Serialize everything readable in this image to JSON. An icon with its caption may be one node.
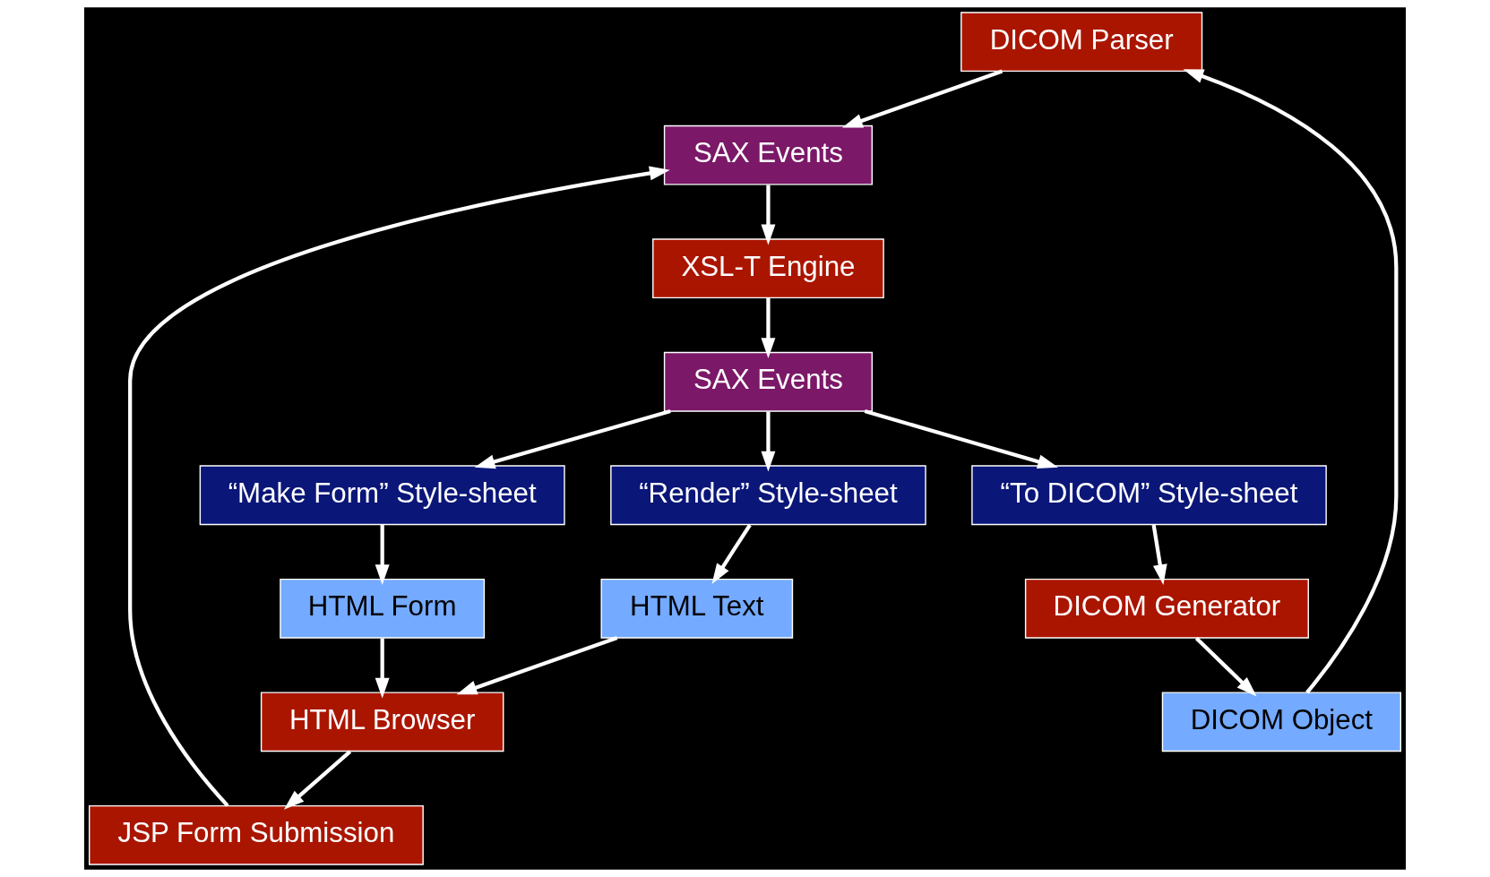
{
  "diagram": {
    "nodes": [
      {
        "text": [
          "DICOM Parser"
        ]
      },
      {
        "text": [
          "JSP Form Submission"
        ]
      },
      {
        "text": [
          "HTML Browser"
        ]
      },
      {
        "text": [
          "SAX Events"
        ]
      },
      {
        "text": [
          "DICOM Object"
        ]
      },
      {
        "text": [
          "XSL-T Engine"
        ]
      },
      {
        "text": [
          "HTML Form"
        ]
      },
      {
        "text": [
          "HTML Text"
        ]
      },
      {
        "text": [
          "DICOM Generator"
        ]
      },
      {
        "text": [
          "SAX Events"
        ]
      },
      {
        "text": [
          "“Make Form” Style-sheet"
        ]
      },
      {
        "text": [
          "“Render” Style-sheet"
        ]
      },
      {
        "text": [
          "“To DICOM” Style-sheet"
        ]
      }
    ],
    "edges": [
      {
        "from": 0,
        "to": 3,
        "arrow": "to"
      },
      {
        "from": 1,
        "to": 3,
        "arrow": "to"
      },
      {
        "from": 2,
        "to": 1,
        "arrow": "to"
      },
      {
        "from": 3,
        "to": 5,
        "arrow": "to"
      },
      {
        "from": 5,
        "to": 9,
        "arrow": "to"
      },
      {
        "from": 9,
        "to": 12,
        "arrow": "to"
      },
      {
        "from": 9,
        "to": 10,
        "arrow": "to"
      },
      {
        "from": 9,
        "to": 11,
        "arrow": "to"
      },
      {
        "from": 12,
        "to": 8,
        "arrow": "to"
      },
      {
        "from": 8,
        "to": 4,
        "arrow": "to"
      },
      {
        "from": 4,
        "to": 0,
        "arrow": "to"
      },
      {
        "from": 6,
        "to": 2,
        "arrow": "to"
      },
      {
        "from": 7,
        "to": 2,
        "arrow": "to"
      },
      {
        "from": 10,
        "to": 6,
        "arrow": "to"
      },
      {
        "from": 11,
        "to": 7,
        "arrow": "to"
      }
    ]
  }
}
